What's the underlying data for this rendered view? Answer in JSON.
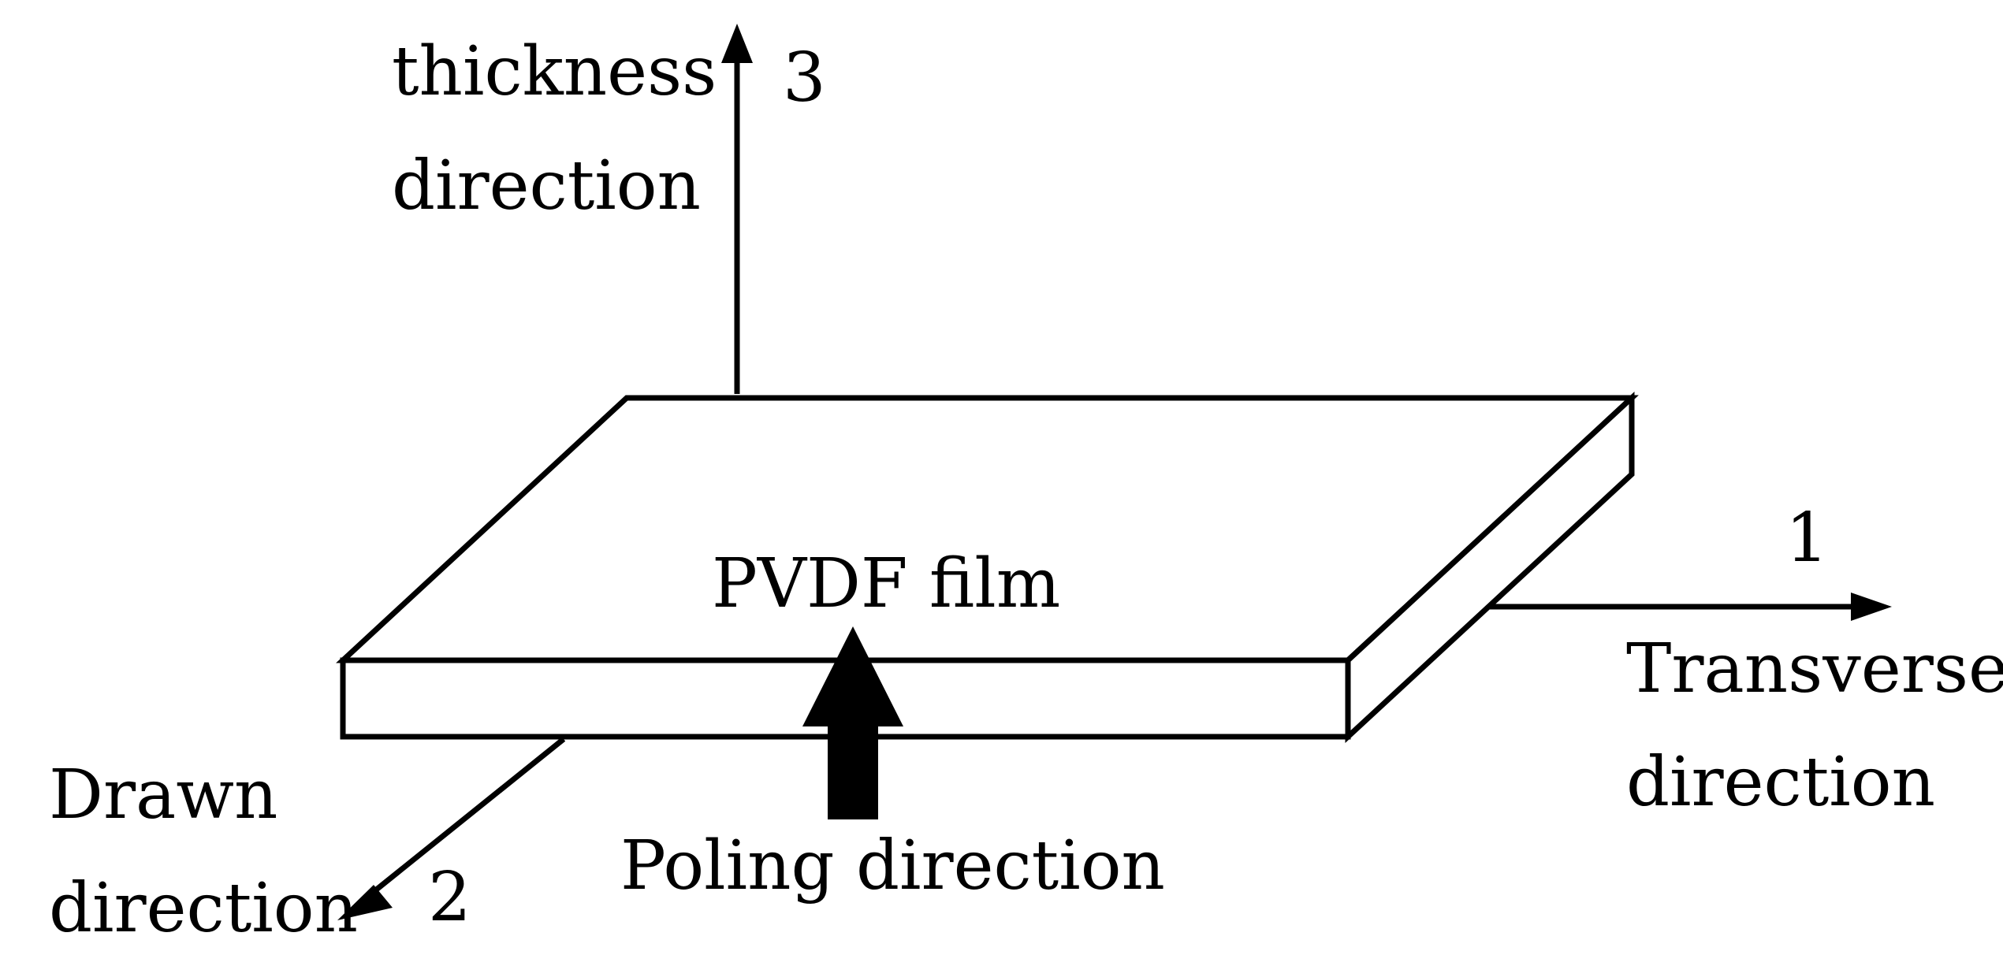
{
  "axis3": {
    "number": "3",
    "label_line1": "thickness",
    "label_line2": "direction"
  },
  "axis1": {
    "number": "1",
    "label_line1": "Transverse",
    "label_line2": "direction"
  },
  "axis2": {
    "number": "2",
    "label_line1": "Drawn",
    "label_line2": "direction"
  },
  "film": {
    "label": "PVDF film"
  },
  "poling": {
    "label": "Poling direction"
  },
  "colors": {
    "stroke": "#000000",
    "background": "#ffffff"
  }
}
